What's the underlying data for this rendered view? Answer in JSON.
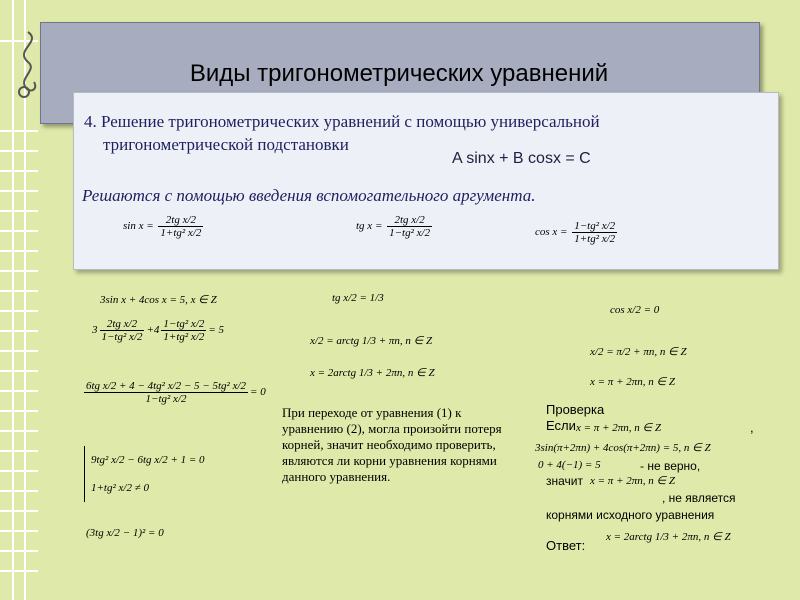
{
  "title": "Виды тригонометрических уравнений",
  "item4_line1": "4. Решение тригонометрических уравнений с помощью универсальной",
  "item4_line2": "тригонометрической подстановки",
  "formula_abc": "A sinx + B cosx = C",
  "italic_line": "Решаются с помощью введения вспомогательного аргумента.",
  "subs": {
    "sin_lhs": "sin x =",
    "tg_lhs": "tg x =",
    "cos_lhs": "cos x =",
    "num_sin": "2tg x/2",
    "num_tg": "2tg x/2",
    "num_cos": "1−tg² x/2",
    "den_sin": "1+tg² x/2",
    "den_tg": "1−tg² x/2",
    "den_cos": "1+tg² x/2"
  },
  "left_eq": {
    "e1": "3sin x + 4cos x = 5, x ∈ Z",
    "e2a": "3",
    "e2_num1": "2tg x/2",
    "e2_den1": "1−tg² x/2",
    "e2b": "+4",
    "e2_num2": "1−tg² x/2",
    "e2_den2": "1+tg² x/2",
    "e2c": "= 5",
    "e3_num": "6tg x/2 + 4 − 4tg² x/2 − 5 − 5tg² x/2",
    "e3_den": "1−tg² x/2",
    "e3_rhs": "= 0",
    "s1": "9tg² x/2 − 6tg x/2 + 1 = 0",
    "s2": "1+tg² x/2 ≠ 0",
    "e5": "(3tg x/2 − 1)² = 0"
  },
  "mid_eq": {
    "m1": "tg x/2 = 1/3",
    "m2": "x/2 = arctg 1/3 + πn, n ∈ Z",
    "m3": "x = 2arctg 1/3 + 2πn, n ∈ Z"
  },
  "right_eq": {
    "r1": "cos x/2 = 0",
    "r2": "x/2 = π/2 + πn, n ∈ Z",
    "r3": "x = π + 2πn, n ∈ Z"
  },
  "note": "При переходе от уравнения (1) к уравнению (2), могла произойти потеря корней, значит необходимо проверить, являются ли корни уравнения  корнями данного уравнения.",
  "check": {
    "heading": "Проверка",
    "if_label": "Если",
    "if_expr": "x = π + 2πn, n ∈ Z",
    "comma": ",",
    "eq1": "3sin(π+2πn) + 4cos(π+2πn) = 5, n ∈ Z",
    "eq2": "0 + 4(−1) = 5",
    "not_true": "- не верно,",
    "zn_label": "значит",
    "zn_expr": "x = π + 2πn, n ∈ Z",
    "not_root": ", не является",
    "roots_text": "корнями исходного уравнения",
    "answer_label": "Ответ:",
    "answer_expr": "x = 2arctg 1/3 + 2πn, n ∈ Z"
  }
}
